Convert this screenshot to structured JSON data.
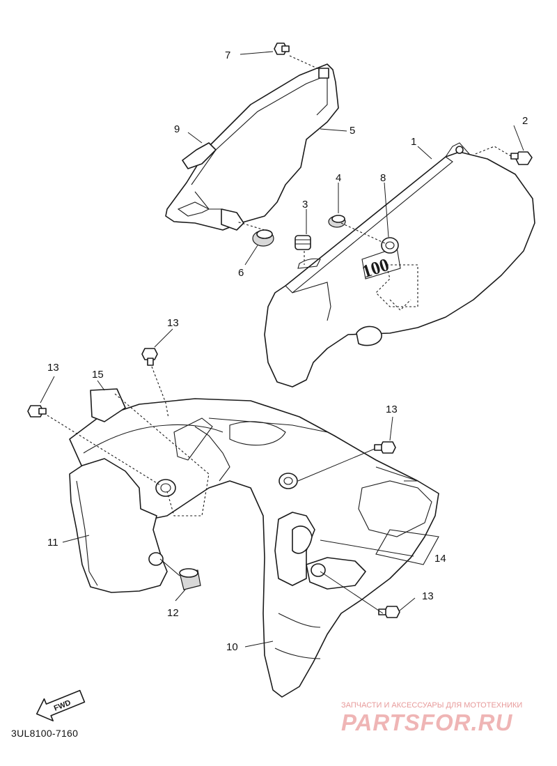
{
  "diagram": {
    "code": "3UL8100-7160",
    "fwd_label": "FWD",
    "callouts": {
      "c1": "1",
      "c2": "2",
      "c3": "3",
      "c4": "4",
      "c5": "5",
      "c6": "6",
      "c7": "7",
      "c8": "8",
      "c9": "9",
      "c10": "10",
      "c11": "11",
      "c12": "12",
      "c13a": "13",
      "c13b": "13",
      "c13c": "13",
      "c13d": "13",
      "c14": "14",
      "c15": "15"
    },
    "decal_text": "100"
  },
  "watermark": {
    "tagline": "ЗАПЧАСТИ И АКСЕССУАРЫ ДЛЯ МОТОТЕХНИКИ",
    "brand": "PARTSFOR.RU"
  },
  "colors": {
    "ink": "#1a1a1a",
    "watermark": "#efb5b5"
  }
}
